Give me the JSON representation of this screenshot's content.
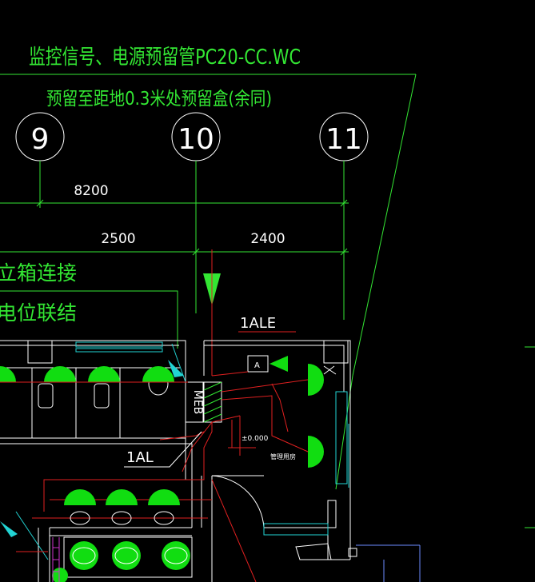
{
  "notes": {
    "line1": "监控信号、电源预留管PC20-CC.WC",
    "line2": "预留至距地0.3米处预留盒(余同)",
    "left_fragment_1": "立箱连接",
    "left_fragment_2": "电位联结"
  },
  "grid_axes": [
    "9",
    "10",
    "11"
  ],
  "dimensions": {
    "total": "8200",
    "span_left": "2500",
    "span_right": "2400"
  },
  "panels": {
    "ale": "1ALE",
    "al": "1AL",
    "meb": "MEB",
    "box_a": "A"
  },
  "small_labels": {
    "elevation": "±0.000",
    "room": "管理用房"
  },
  "colors": {
    "green": "#33e633",
    "white": "#ffffff",
    "red": "#e02020",
    "cyan": "#22d3d3",
    "blue": "#6b8cff",
    "magenta": "#cc33cc"
  }
}
